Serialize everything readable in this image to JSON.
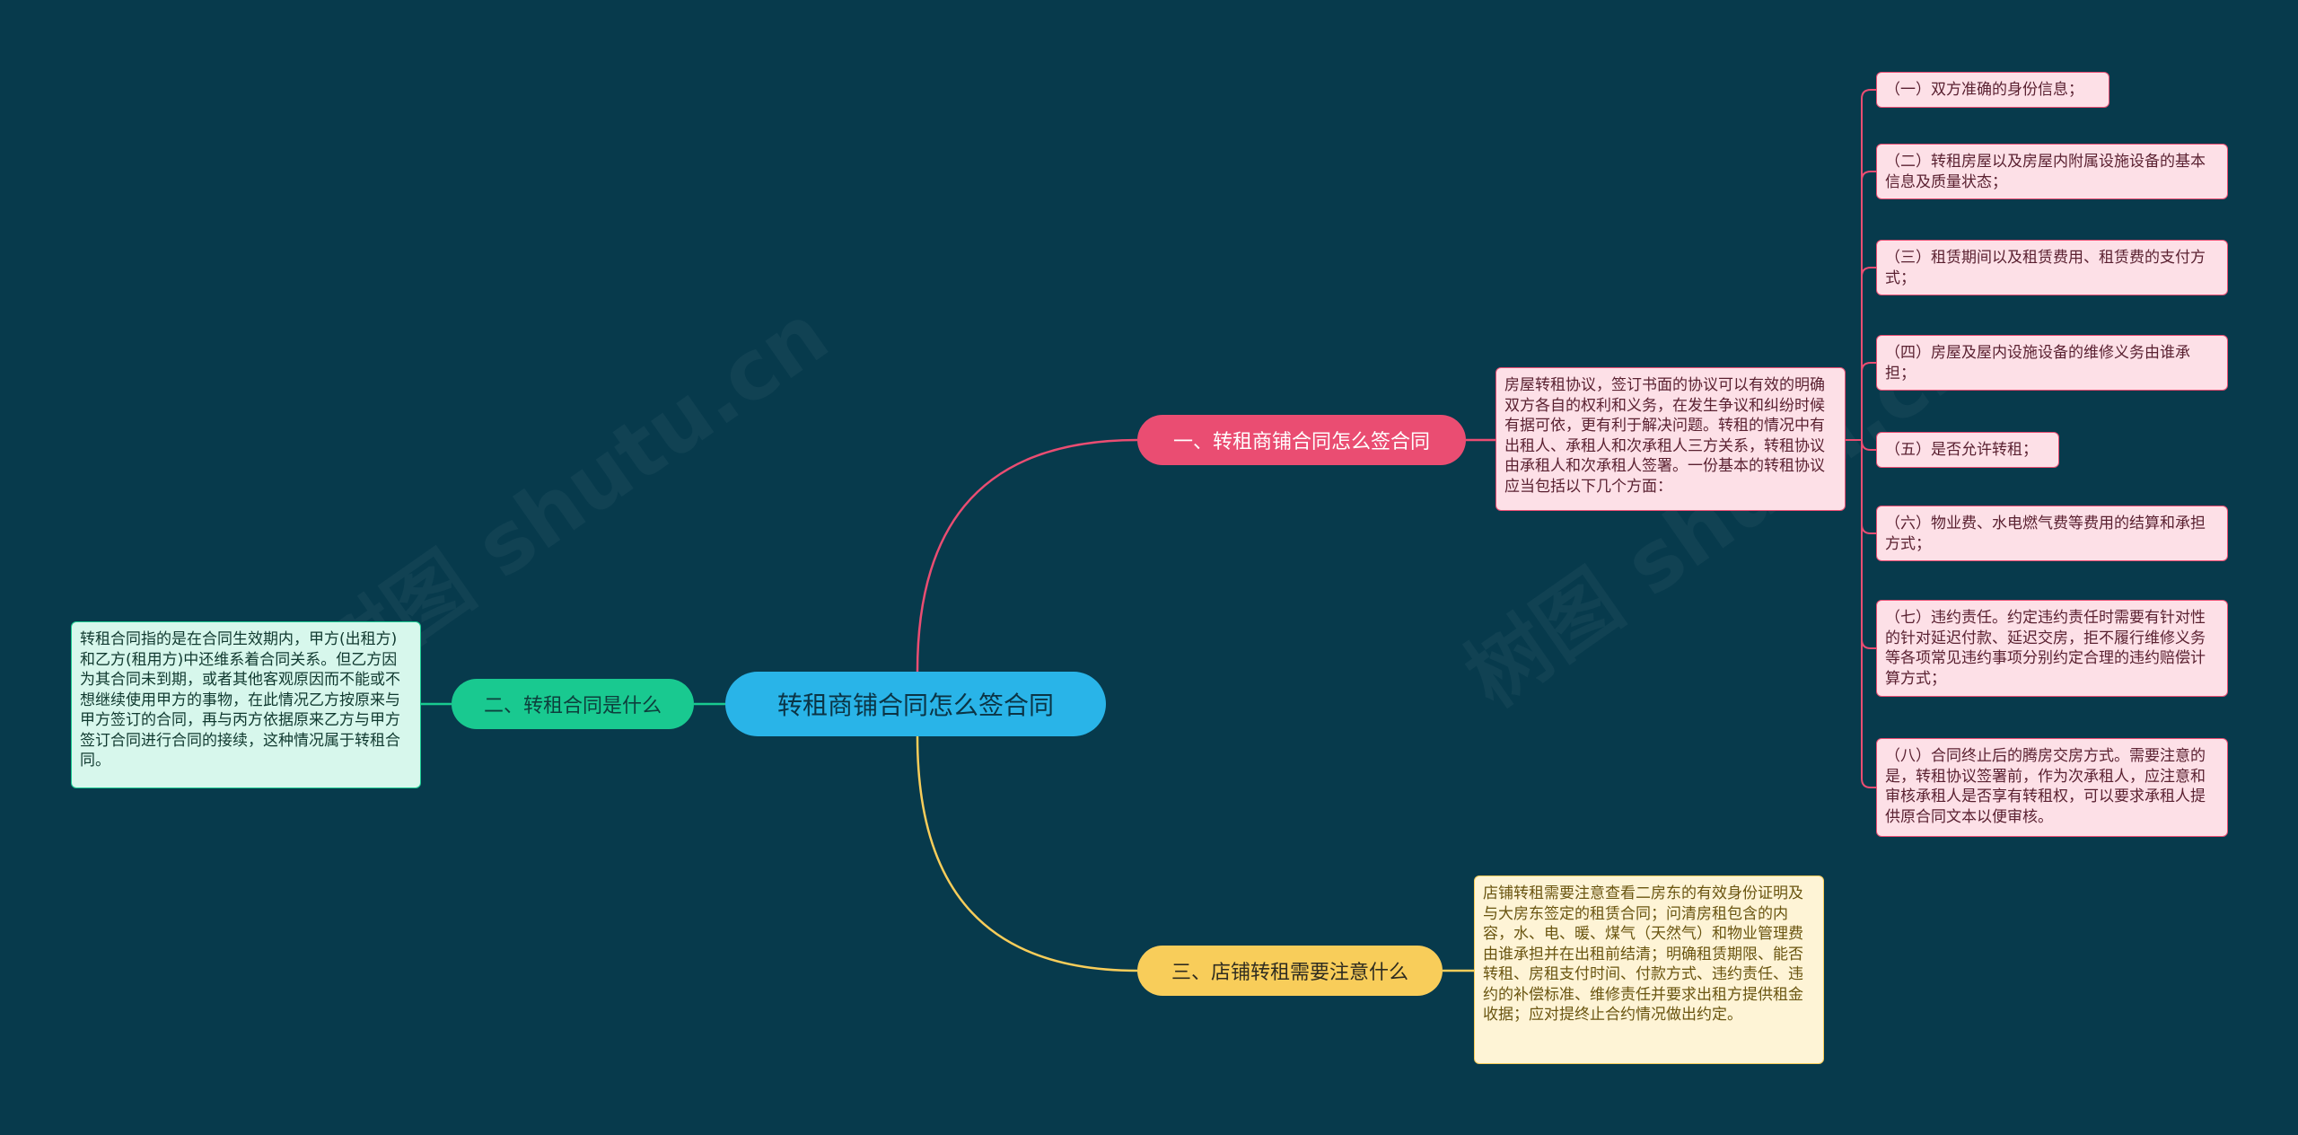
{
  "root": {
    "label": "转租商铺合同怎么签合同"
  },
  "branches": {
    "b1": {
      "label": "一、转租商铺合同怎么签合同",
      "description": "房屋转租协议，签订书面的协议可以有效的明确双方各自的权利和义务，在发生争议和纠纷时候有据可依，更有利于解决问题。转租的情况中有出租人、承租人和次承租人三方关系，转租协议由承租人和次承租人签署。一份基本的转租协议应当包括以下几个方面：",
      "items": [
        "（一）双方准确的身份信息；",
        "（二）转租房屋以及房屋内附属设施设备的基本信息及质量状态；",
        "（三）租赁期间以及租赁费用、租赁费的支付方式；",
        "（四）房屋及屋内设施设备的维修义务由谁承担；",
        "（五）是否允许转租；",
        "（六）物业费、水电燃气费等费用的结算和承担方式；",
        "（七）违约责任。约定违约责任时需要有针对性的针对延迟付款、延迟交房，拒不履行维修义务等各项常见违约事项分别约定合理的违约赔偿计算方式；",
        "（八）合同终止后的腾房交房方式。需要注意的是，转租协议签署前，作为次承租人，应注意和审核承租人是否享有转租权，可以要求承租人提供原合同文本以便审核。"
      ]
    },
    "b2": {
      "label": "二、转租合同是什么",
      "description": "转租合同指的是在合同生效期内，甲方(出租方)和乙方(租用方)中还维系着合同关系。但乙方因为其合同未到期，或者其他客观原因而不能或不想继续使用甲方的事物，在此情况乙方按原来与甲方签订的合同，再与丙方依据原来乙方与甲方签订合同进行合同的接续，这种情况属于转租合同。"
    },
    "b3": {
      "label": "三、店铺转租需要注意什么",
      "description": "店铺转租需要注意查看二房东的有效身份证明及与大房东签定的租赁合同；问清房租包含的内容，水、电、暖、煤气（天然气）和物业管理费由谁承担并在出租前结清；明确租赁期限、能否转租、房租支付时间、付款方式、违约责任、违约的补偿标准、维修责任并要求出租方提供租金收据；应对提终止合约情况做出约定。"
    }
  },
  "watermark": "树图 shutu.cn",
  "colors": {
    "background": "#073a4c",
    "root": "#29b4e8",
    "b1": "#ea4d72",
    "b2": "#19c990",
    "b3": "#f8cd5a"
  }
}
